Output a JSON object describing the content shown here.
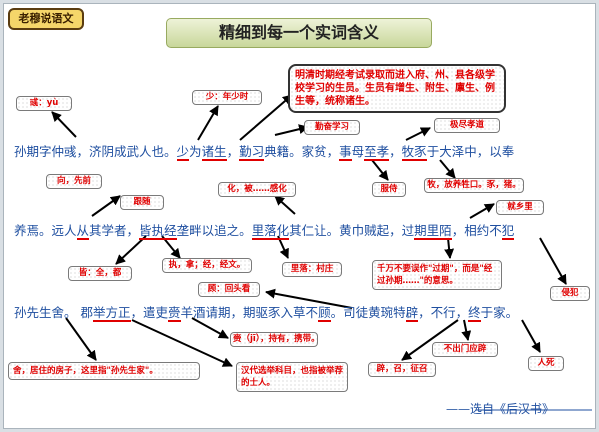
{
  "logo": "老穆说语文",
  "title": "精细到每一个实词含义",
  "passage": {
    "line1": [
      "孙期字仲彧，济阴成武人也。",
      "少",
      "为",
      "诸生",
      "，",
      "勤习",
      "典籍。家贫，",
      "事",
      "母",
      "至孝",
      "，",
      "牧豕",
      "于大泽中，以奉"
    ],
    "line2": [
      "养焉。远人",
      "从",
      "其学者，",
      "皆",
      "执",
      "经",
      "垄畔以追之。",
      "里落",
      "化",
      "其仁让。黄巾贼起，过",
      "期",
      "里陌",
      "，相约不",
      "犯"
    ],
    "line3": [
      "孙先生舍。 郡",
      "举",
      "方正",
      "，遣吏",
      "赍",
      "羊酒请期，期驱豕入草不",
      "顾",
      "。司徒黄琬特",
      "辟",
      "，不行，",
      "终",
      "于家。"
    ]
  },
  "notes": {
    "yu": "彧：yù",
    "shao": "少：年少时",
    "mingqing": "明清时期经考试录取而进入府、州、县各级学校学习的生员。生员有增生、附生、廪生、例生等，统称诸生。",
    "qinxi": "勤奋学习",
    "jinxiao": "极尽孝道",
    "xiang": "向，先前",
    "genzhe": "跟随",
    "hua": "化，被……感化",
    "shifeng": "服侍",
    "mu": "牧，放养牲口。豕，猪。",
    "jiuxiang": "就乡里",
    "jie": "皆：全，都",
    "zhi": "执，拿；经，经文。",
    "liluo": "里落：村庄",
    "guoqi": "千万不要误作\"过期\"，而是\"经过孙期……\"的意思。",
    "gu": "顾：回头看",
    "qinfan": "侵犯",
    "ji": "赍（jī），持有，携带。",
    "buchu": "不出门应辟",
    "she": "舍，居住的房子，这里指\"孙先生家\"。",
    "fangzheng": "汉代选举科目，也指被举荐的士人。",
    "bi": "辟，召，征召",
    "siwang": "人死"
  },
  "source": "——选自《后汉书》"
}
